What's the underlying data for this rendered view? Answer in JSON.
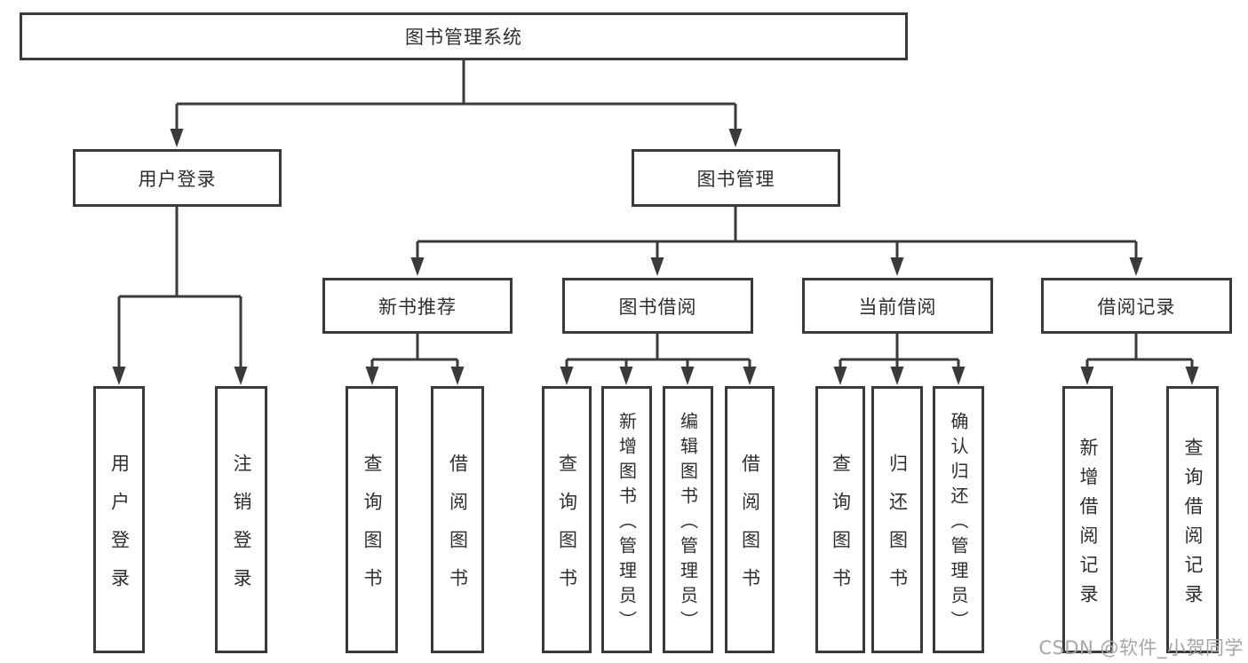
{
  "diagram": {
    "nodes": {
      "root": {
        "label": "图书管理系统"
      },
      "user_login": {
        "label": "用户登录"
      },
      "book_mgmt": {
        "label": "图书管理"
      },
      "new_book_rec": {
        "label": "新书推荐"
      },
      "book_borrow": {
        "label": "图书借阅"
      },
      "current_borrow": {
        "label": "当前借阅"
      },
      "borrow_records": {
        "label": "借阅记录"
      },
      "leaf_user_login": {
        "label": "用户登录"
      },
      "leaf_logout": {
        "label": "注销登录"
      },
      "leaf_rec_query_book": {
        "label": "查询图书"
      },
      "leaf_rec_borrow_book": {
        "label": "借阅图书"
      },
      "leaf_bb_query_book": {
        "label": "查询图书"
      },
      "leaf_bb_add_book": {
        "label": "新增图书（管理员）"
      },
      "leaf_bb_edit_book": {
        "label": "编辑图书（管理员）"
      },
      "leaf_bb_borrow_book": {
        "label": "借阅图书"
      },
      "leaf_cur_query_book": {
        "label": "查询图书"
      },
      "leaf_cur_return_book": {
        "label": "归还图书"
      },
      "leaf_cur_confirm": {
        "label": "确认归还（管理员）"
      },
      "leaf_rr_add_record": {
        "label": "新增借阅记录"
      },
      "leaf_rr_query_record": {
        "label": "查询借阅记录"
      }
    }
  },
  "watermark": {
    "text": "CSDN @软件_小贺同学"
  },
  "colors": {
    "line": "#3a3a3a",
    "text": "#2f2f2f",
    "watermark": "#a6a6a6",
    "background": "#ffffff"
  }
}
